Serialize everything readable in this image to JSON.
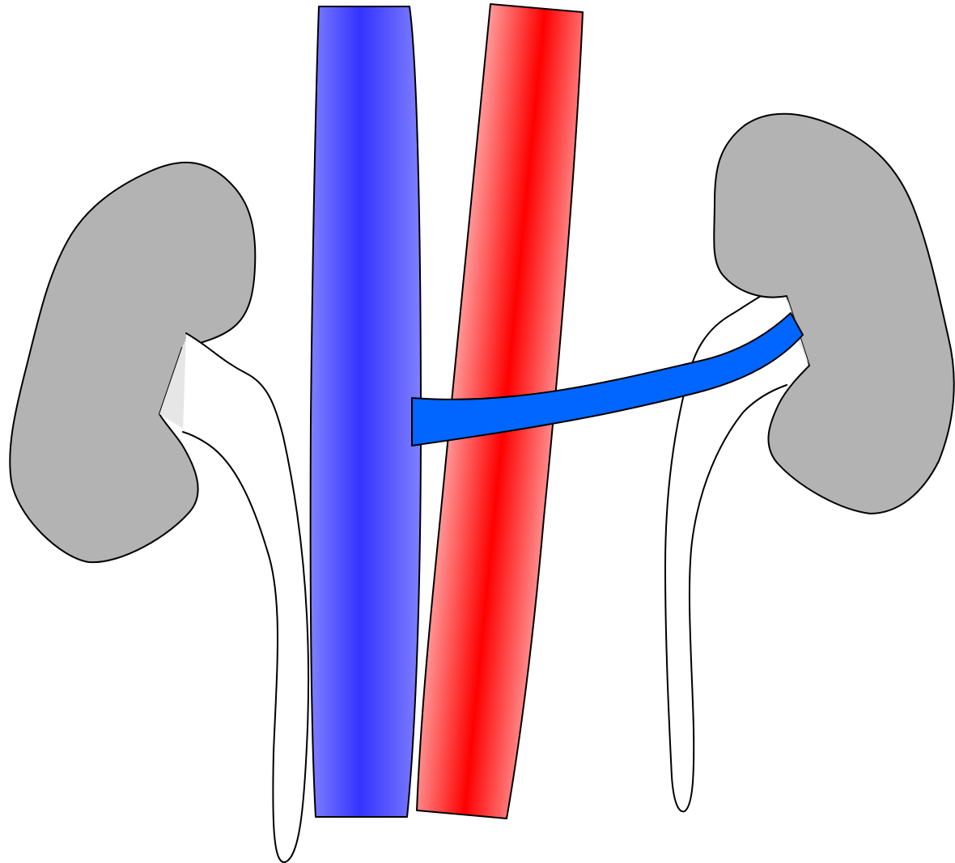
{
  "diagram": {
    "colors": {
      "background": "#ffffff",
      "outline": "#000000",
      "kidney": "#b3b3b3",
      "hilum_gap": "#e6e6e6",
      "ureter": "#ffffff",
      "vena_cava_core": "#3333ff",
      "vena_cava_edge": "#8080ff",
      "aorta_core": "#ff0000",
      "aorta_edge": "#ffa0a0",
      "renal_vein": "#0066ff"
    },
    "parts": [
      "right-kidney",
      "right-ureter",
      "inferior-vena-cava",
      "abdominal-aorta",
      "left-renal-vein",
      "left-kidney",
      "left-ureter"
    ]
  }
}
